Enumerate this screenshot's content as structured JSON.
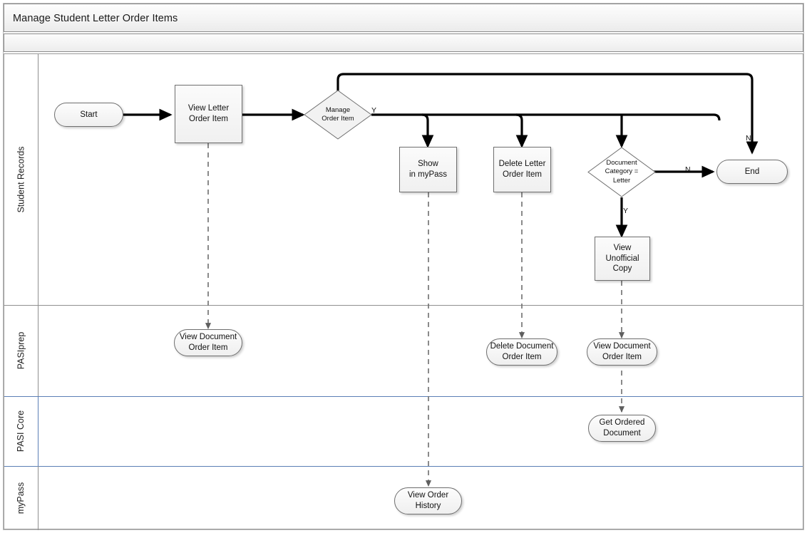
{
  "window": {
    "title": "Manage Student Letter Order Items"
  },
  "swimlanes": [
    {
      "id": "student-records",
      "label": "Student Records"
    },
    {
      "id": "pasiprep",
      "label": "PASIprep"
    },
    {
      "id": "pasi-core",
      "label": "PASI Core"
    },
    {
      "id": "mypass",
      "label": "myPass"
    }
  ],
  "nodes": {
    "start": {
      "label": "Start",
      "shape": "terminator",
      "lane": "student-records"
    },
    "view_letter": {
      "label": "View Letter\nOrder Item",
      "shape": "process",
      "lane": "student-records"
    },
    "manage_order": {
      "label": "Manage\nOrder Item",
      "shape": "decision",
      "lane": "student-records"
    },
    "show_mypass": {
      "label": "Show\nin myPass",
      "shape": "process",
      "lane": "student-records"
    },
    "delete_letter": {
      "label": "Delete Letter\nOrder Item",
      "shape": "process",
      "lane": "student-records"
    },
    "doc_category": {
      "label": "Document\nCategory =\nLetter",
      "shape": "decision",
      "lane": "student-records"
    },
    "end": {
      "label": "End",
      "shape": "terminator",
      "lane": "student-records"
    },
    "view_unofficial": {
      "label": "View\nUnofficial\nCopy",
      "shape": "process",
      "lane": "student-records"
    },
    "view_doc_order_1": {
      "label": "View Document\nOrder Item",
      "shape": "terminator",
      "lane": "pasiprep"
    },
    "delete_doc_order": {
      "label": "Delete Document\nOrder Item",
      "shape": "terminator",
      "lane": "pasiprep"
    },
    "view_doc_order_2": {
      "label": "View Document\nOrder Item",
      "shape": "terminator",
      "lane": "pasiprep"
    },
    "get_ordered_doc": {
      "label": "Get Ordered\nDocument",
      "shape": "terminator",
      "lane": "pasi-core"
    },
    "view_order_history": {
      "label": "View Order\nHistory",
      "shape": "terminator",
      "lane": "mypass"
    }
  },
  "edge_labels": {
    "manage_yes": "Y",
    "manage_no": "N",
    "category_no": "N",
    "category_yes": "Y"
  },
  "colors": {
    "lane_border_gray": "#8f8f8f",
    "lane_border_blue": "#5b7fb5",
    "flow_line": "#000000",
    "dashed_link": "#6e6e6e",
    "node_border": "#6f6f6f",
    "title_text": "#1a1a1a"
  }
}
